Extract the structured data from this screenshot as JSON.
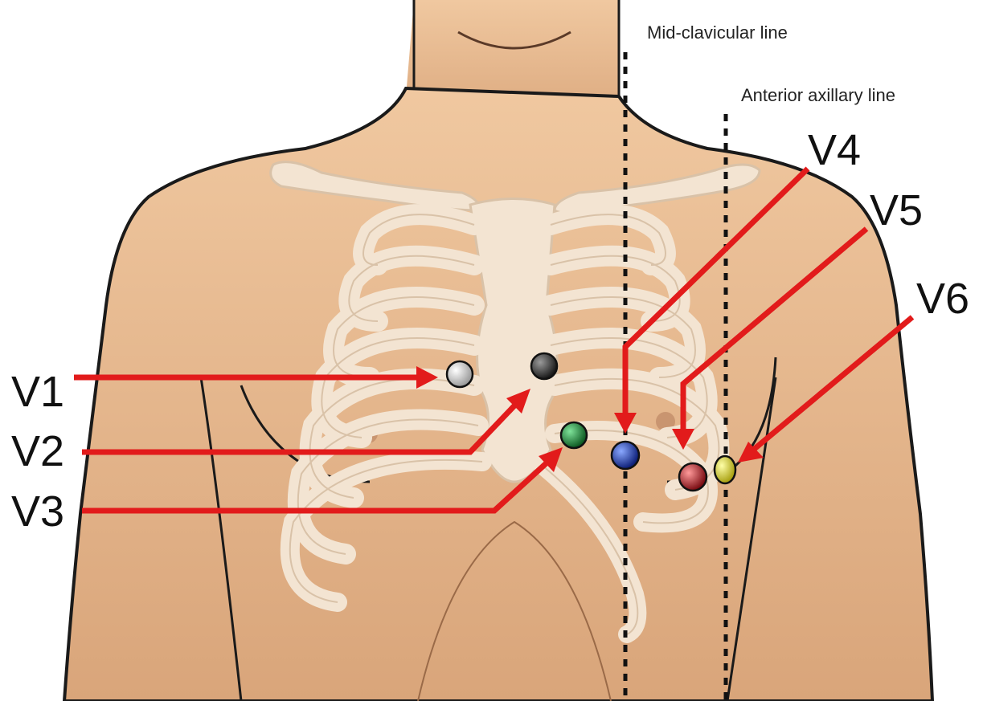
{
  "guide_lines": {
    "mid_clavicular": "Mid-clavicular line",
    "anterior_axillary": "Anterior axillary line"
  },
  "leads": {
    "v1": {
      "label": "V1",
      "color": "#d9d9d9"
    },
    "v2": {
      "label": "V2",
      "color": "#3a3a3a"
    },
    "v3": {
      "label": "V3",
      "color": "#1f8a3a"
    },
    "v4": {
      "label": "V4",
      "color": "#1f3fb8"
    },
    "v5": {
      "label": "V5",
      "color": "#c8202a"
    },
    "v6": {
      "label": "V6",
      "color": "#e6e020"
    }
  },
  "colors": {
    "skin": "#e2b58c",
    "skin_shadow": "#cf9b72",
    "bone": "#f3e4d2",
    "bone_outline": "#d9c2a8",
    "arrow": "#e21b1b"
  }
}
